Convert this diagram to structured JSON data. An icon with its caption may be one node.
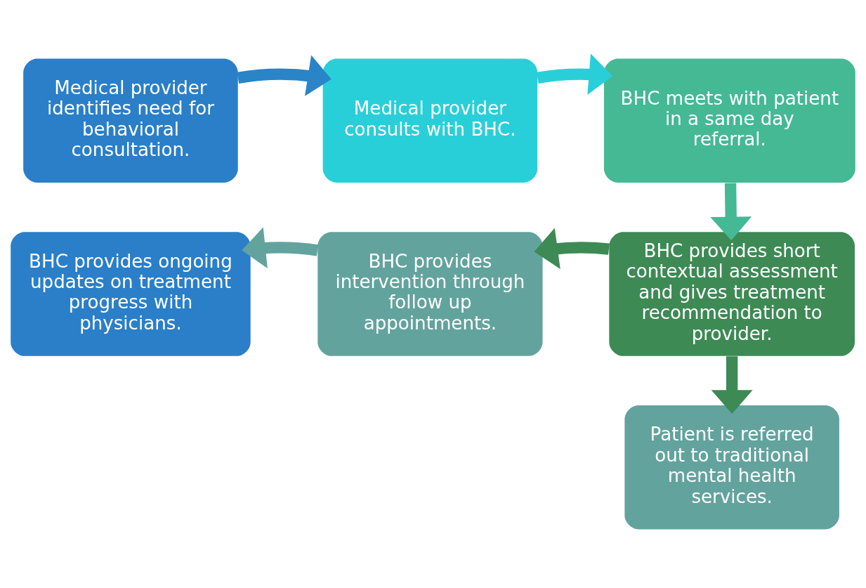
{
  "diagram": {
    "nodes": [
      {
        "text": [
          "Medical provider identifies need for behavioral consultation."
        ]
      },
      {
        "text": [
          "Medical provider consults with BHC."
        ]
      },
      {
        "text": [
          "BHC meets with patient in a same day referral."
        ]
      },
      {
        "text": [
          "BHC provides short contextual assessment and gives treatment recommendation to provider."
        ]
      },
      {
        "text": [
          "BHC provides intervention through follow up appointments."
        ]
      },
      {
        "text": [
          "BHC provides ongoing updates on treatment progress with physicians."
        ]
      },
      {
        "text": [
          "Patient is referred out to traditional mental health services."
        ]
      }
    ],
    "edges": [
      {
        "from": 0,
        "to": 1,
        "arrow": "to",
        "color": "#2a84c8"
      },
      {
        "from": 1,
        "to": 2,
        "arrow": "to",
        "color": "#29cfd8"
      },
      {
        "from": 2,
        "to": 3,
        "arrow": "to",
        "color": "#44b994"
      },
      {
        "from": 3,
        "to": 4,
        "arrow": "to",
        "color": "#3d8a55"
      },
      {
        "from": 4,
        "to": 5,
        "arrow": "to",
        "color": "#63a39e"
      },
      {
        "from": 3,
        "to": 6,
        "arrow": "to",
        "color": "#3d8a55"
      }
    ]
  }
}
